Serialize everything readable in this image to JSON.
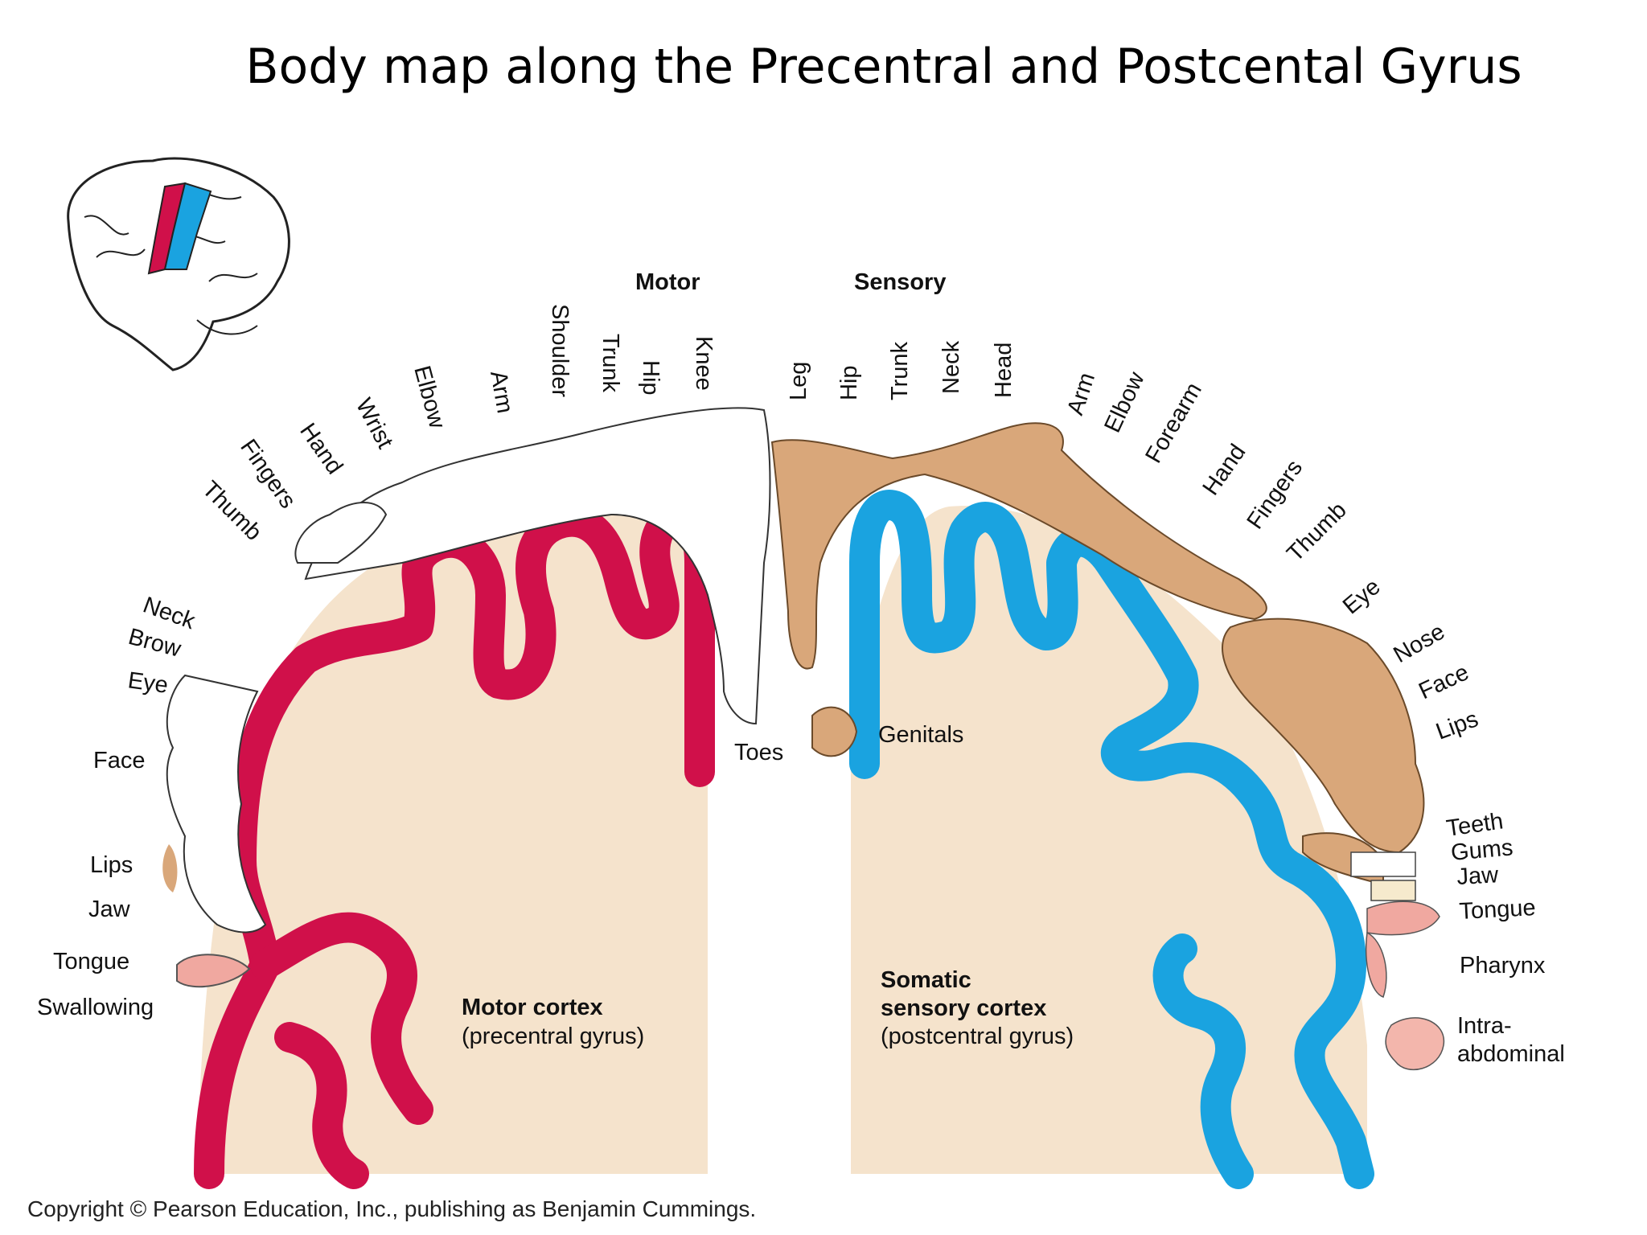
{
  "title": "Body map along the Precentral and Postcental Gyrus",
  "colors": {
    "motor": "#d0104a",
    "sensory": "#1aa3e0",
    "tissue": "#f5e3cc",
    "homunculus_sensory": "#d9a77a",
    "homunculus_motor_outline": "#333333",
    "tongue": "#f0a8a0"
  },
  "motor": {
    "header": "Motor",
    "labels": [
      "Toes",
      "Knee",
      "Hip",
      "Trunk",
      "Shoulder",
      "Arm",
      "Elbow",
      "Wrist",
      "Hand",
      "Fingers",
      "Thumb",
      "Neck",
      "Brow",
      "Eye",
      "Face",
      "Lips",
      "Jaw",
      "Tongue",
      "Swallowing"
    ],
    "caption_title": "Motor cortex",
    "caption_sub": "(precentral gyrus)"
  },
  "sensory": {
    "header": "Sensory",
    "labels": [
      "Genitals",
      "Leg",
      "Hip",
      "Trunk",
      "Neck",
      "Head",
      "Arm",
      "Elbow",
      "Forearm",
      "Hand",
      "Fingers",
      "Thumb",
      "Eye",
      "Nose",
      "Face",
      "Lips",
      "Teeth",
      "Gums",
      "Jaw",
      "Tongue",
      "Pharynx",
      "Intra-",
      "abdominal"
    ],
    "caption_title_1": "Somatic",
    "caption_title_2": "sensory cortex",
    "caption_sub": "(postcentral gyrus)"
  },
  "copyright": "Copyright © Pearson Education, Inc., publishing as Benjamin Cummings."
}
